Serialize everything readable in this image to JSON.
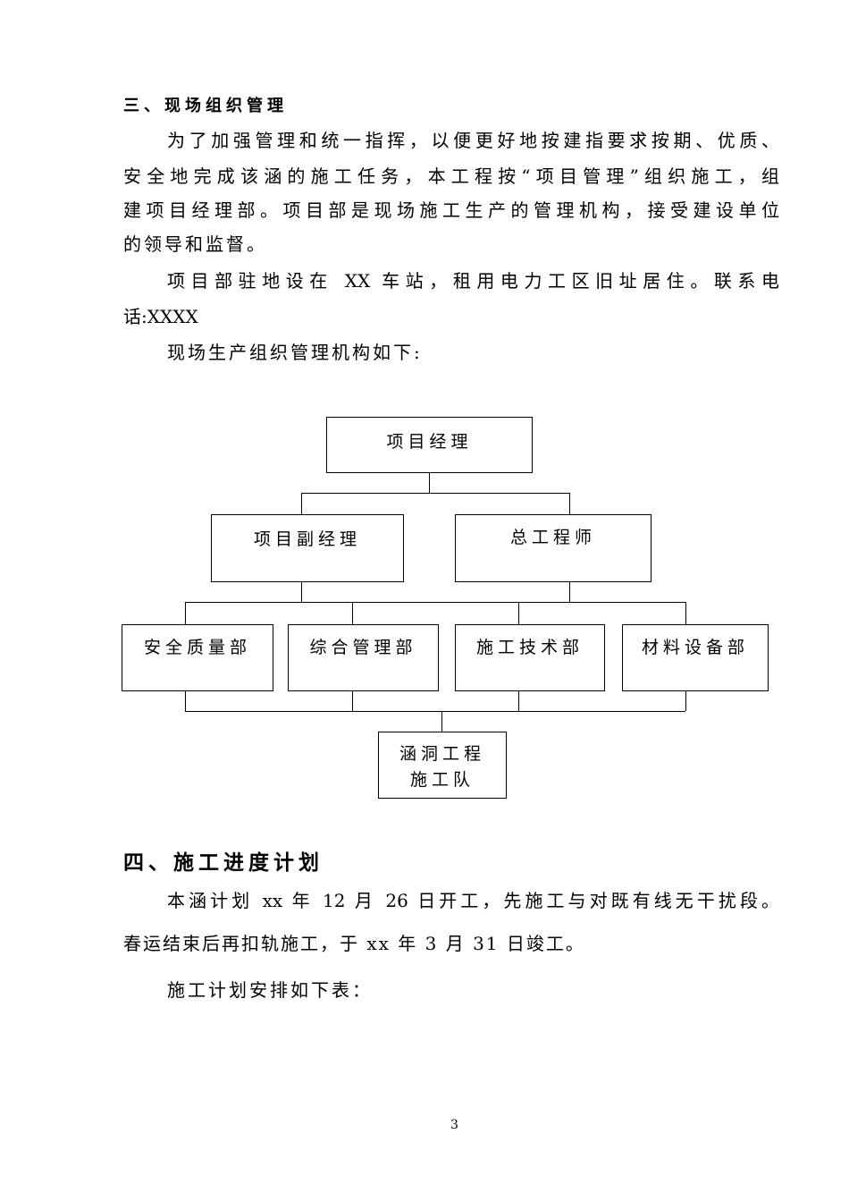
{
  "section3": {
    "heading": "三、现场组织管理",
    "para1_lines": [
      "为了加强管理和统一指挥，以便更好地按建指要求按期、优质、",
      "安全地完成该涵的施工任务，本工程按“项目管理”组织施工，组",
      "建项目经理部。项目部是现场施工生产的管理机构，接受建设单位",
      "的领导和监督。"
    ],
    "para2_lines": [
      "项目部驻地设在 XX 车站，租用电力工区旧址居住。联系电",
      "话:XXXX"
    ],
    "para3": "现场生产组织管理机构如下:"
  },
  "org_chart": {
    "top": "项目经理",
    "level2": [
      "项目副经理",
      "总工程师"
    ],
    "level3": [
      "安全质量部",
      "综合管理部",
      "施工技术部",
      "材料设备部"
    ],
    "bottom_line1": "涵洞工程",
    "bottom_line2": "施工队"
  },
  "section4": {
    "heading": "四、施工进度计划",
    "para1_lines": [
      "本涵计划 xx 年 12 月 26 日开工，先施工与对既有线无干扰段。",
      "春运结束后再扣轨施工，于 xx 年 3 月 31 日竣工。"
    ],
    "para2": "施工计划安排如下表："
  },
  "page_number": "3"
}
